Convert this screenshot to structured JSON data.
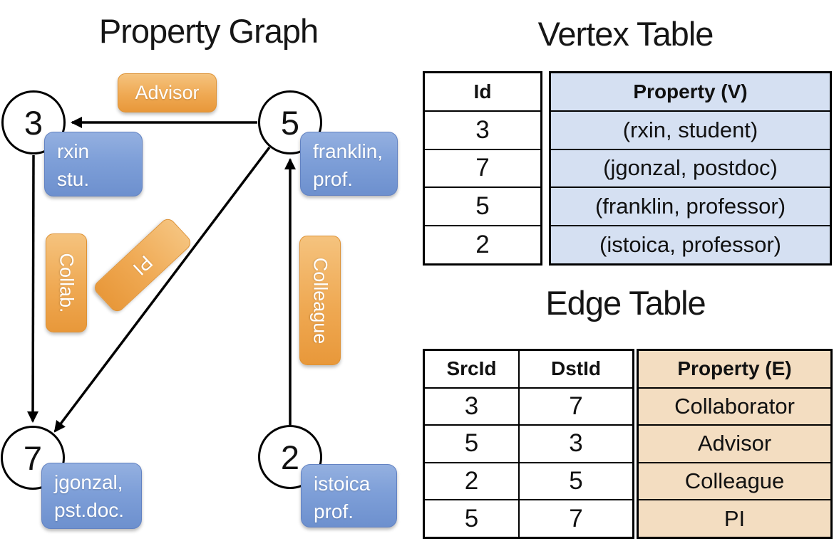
{
  "graph": {
    "title": "Property Graph",
    "nodes": [
      {
        "id": "3",
        "property": [
          "rxin",
          "stu."
        ]
      },
      {
        "id": "5",
        "property": [
          "franklin,",
          "prof."
        ]
      },
      {
        "id": "7",
        "property": [
          "jgonzal,",
          "pst.doc."
        ]
      },
      {
        "id": "2",
        "property": [
          "istoica",
          "prof."
        ]
      }
    ],
    "edges": [
      {
        "src": "5",
        "dst": "3",
        "label": "Advisor"
      },
      {
        "src": "3",
        "dst": "7",
        "label": "Collab."
      },
      {
        "src": "5",
        "dst": "7",
        "label": "PI"
      },
      {
        "src": "2",
        "dst": "5",
        "label": "Colleague"
      }
    ]
  },
  "vertex_table": {
    "title": "Vertex Table",
    "columns": [
      "Id",
      "Property (V)"
    ],
    "rows": [
      [
        "3",
        "(rxin, student)"
      ],
      [
        "7",
        "(jgonzal, postdoc)"
      ],
      [
        "5",
        "(franklin, professor)"
      ],
      [
        "2",
        "(istoica, professor)"
      ]
    ]
  },
  "edge_table": {
    "title": "Edge Table",
    "columns": [
      "SrcId",
      "DstId",
      "Property (E)"
    ],
    "rows": [
      [
        "3",
        "7",
        "Collaborator"
      ],
      [
        "5",
        "3",
        "Advisor"
      ],
      [
        "2",
        "5",
        "Colleague"
      ],
      [
        "5",
        "7",
        "PI"
      ]
    ]
  },
  "colors": {
    "edge_label_orange": "#EFA953",
    "vertex_label_blue": "#7E9FD8",
    "vertex_table_fill": "#D5E0F2",
    "edge_table_fill": "#F3DDC1",
    "line_black": "#000000"
  }
}
